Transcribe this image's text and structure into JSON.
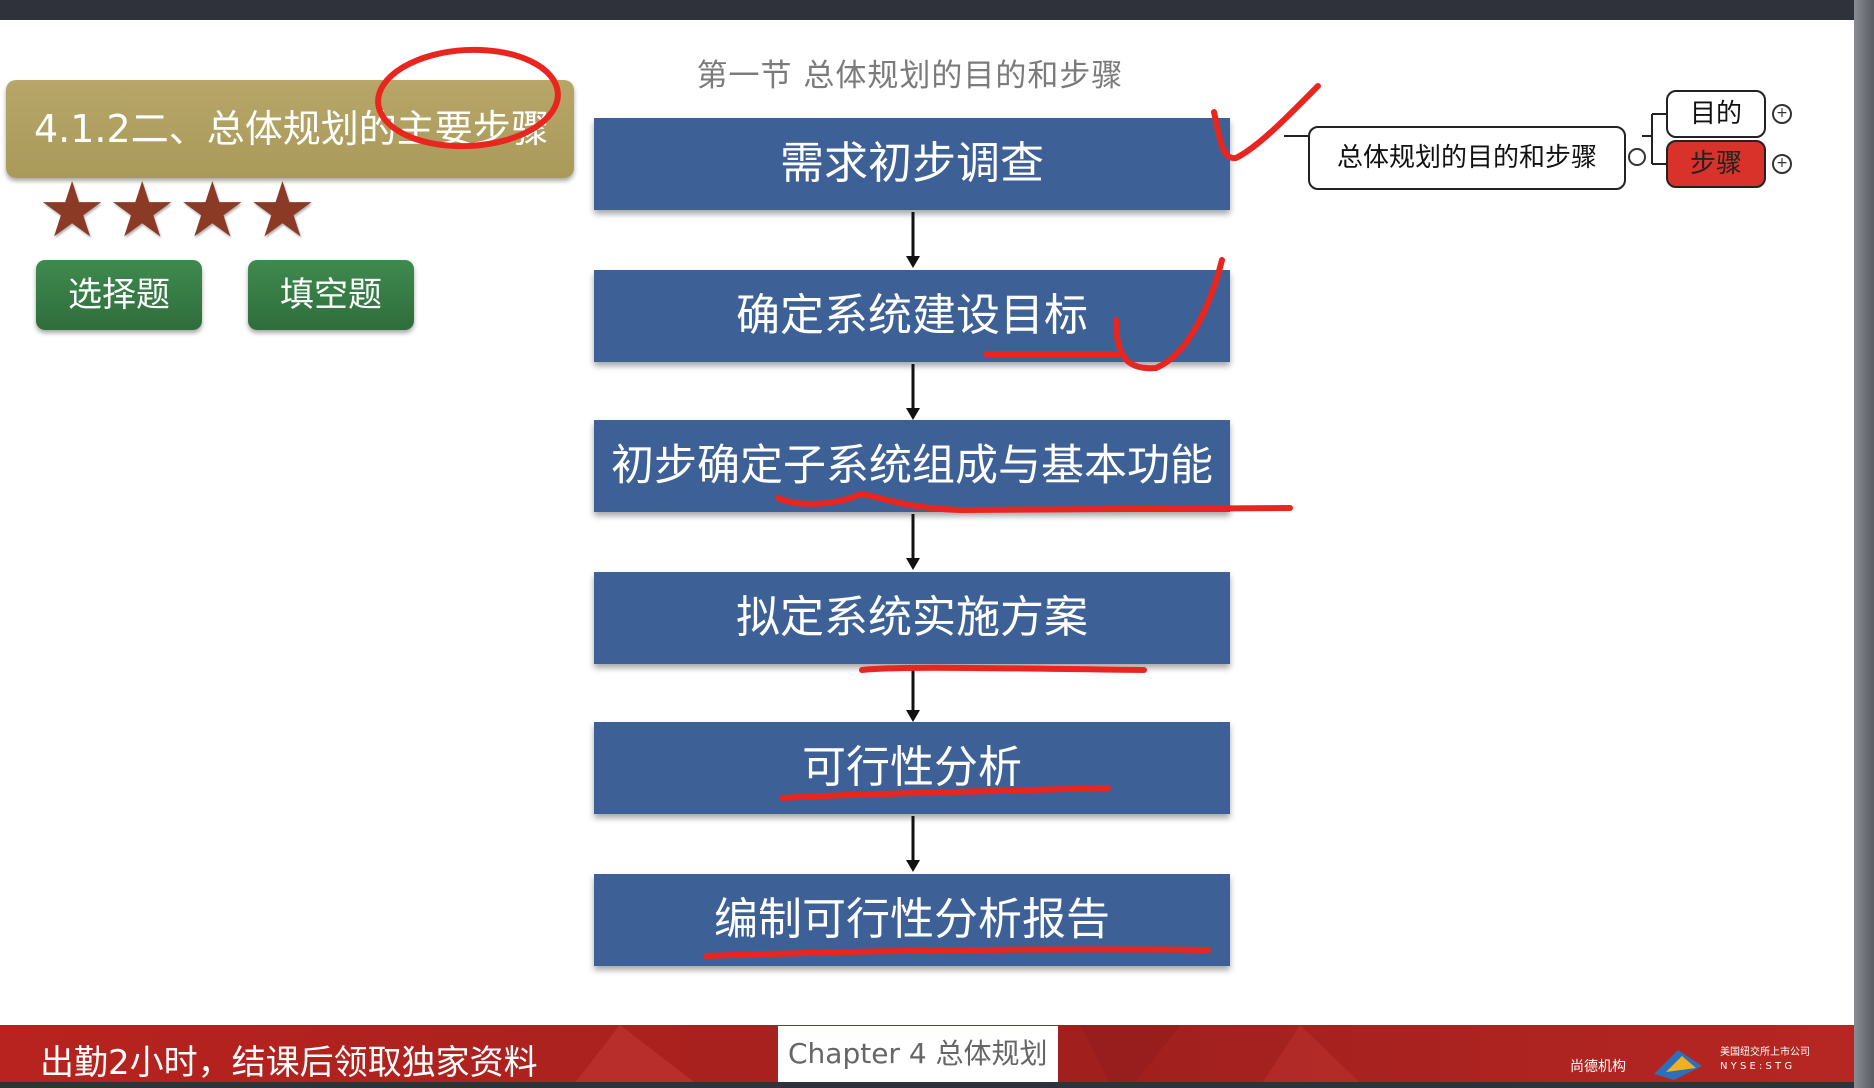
{
  "slide": {
    "title": "第一节 总体规划的目的和步骤",
    "section_label": "4.1.2二、总体规划的主要步骤",
    "stars": [
      "★",
      "★",
      "★",
      "★"
    ],
    "tags": [
      "选择题",
      "填空题"
    ]
  },
  "steps": [
    "需求初步调查",
    "确定系统建设目标",
    "初步确定子系统组成与基本功能",
    "拟定系统实施方案",
    "可行性分析",
    "编制可行性分析报告"
  ],
  "mindmap": {
    "root": "总体规划的目的和步骤",
    "children": [
      {
        "label": "目的",
        "active": false
      },
      {
        "label": "步骤",
        "active": true
      }
    ]
  },
  "footer": {
    "promo": "出勤2小时，结课后领取独家资料",
    "chapter": "Chapter 4 总体规划",
    "logo_name": "尚德机构",
    "logo_listing": "美国纽交所上市公司",
    "logo_ticker": "N Y S E : S T G"
  },
  "colors": {
    "step_fill": "#3d6196",
    "badge_fill": "#a99a5a",
    "tag_fill": "#2f6d3c",
    "star_color": "#8b3a26",
    "annotation_red": "#e8261f",
    "footer_red": "#b8231f"
  }
}
